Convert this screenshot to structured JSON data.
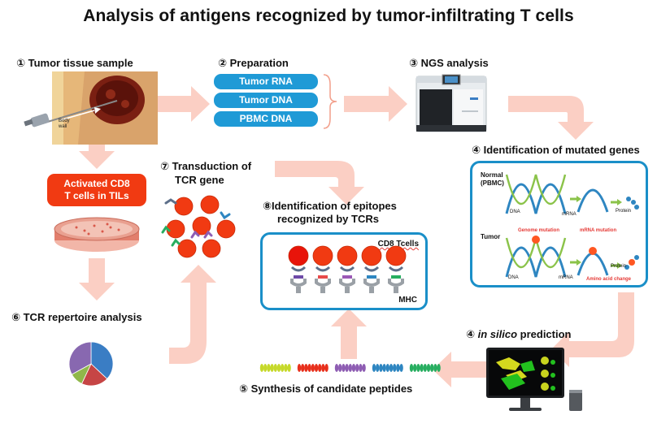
{
  "title": "Analysis of antigens recognized by tumor-infiltrating T cells",
  "steps": {
    "s1": "① Tumor tissue sample",
    "s2": "② Preparation",
    "s3": "③ NGS analysis",
    "s4a": "④ Identification of mutated genes",
    "s4b_prefix": "④ ",
    "s4b_italic": "in silico",
    "s4b_suffix": " prediction",
    "s5": "⑤ Synthesis of candidate peptides",
    "s6": "⑥ TCR repertoire analysis",
    "s7_line1": "⑦ Transduction of",
    "s7_line2": "TCR gene",
    "s8_line1": "⑧Identification of epitopes",
    "s8_line2": "recognized by TCRs"
  },
  "preparation": [
    "Tumor RNA",
    "Tumor DNA",
    "PBMC DNA"
  ],
  "activated_box": [
    "Activated CD8",
    "T cells in TILs"
  ],
  "tissue_label": [
    "Body",
    "wall"
  ],
  "mutation_panel": {
    "normal_label": [
      "Normal",
      "(PBMC)"
    ],
    "tumor_label": "Tumor",
    "dna": "DNA",
    "mrna": "mRNA",
    "protein": "Protein",
    "genome_mutation": "Genome mutation",
    "mrna_mutation": "mRNA mutation",
    "amino_acid_change": "Amino acid change"
  },
  "epitope_panel": {
    "cd8_label": "CD8 Tcells",
    "mhc_label": "MHC",
    "tcr_colors": [
      "#6e4aa8",
      "#e84a4a",
      "#9b59b6",
      "#2e86c1",
      "#27ae60"
    ]
  },
  "peptide_colors": [
    "#c6d92a",
    "#e8301c",
    "#8e5db3",
    "#2e86c1",
    "#27ae60"
  ],
  "pie_chart": {
    "slices": [
      {
        "value": 37,
        "color": "#3a7dc4"
      },
      {
        "value": 20,
        "color": "#c64545"
      },
      {
        "value": 10,
        "color": "#90b84a"
      },
      {
        "value": 33,
        "color": "#8868b0"
      }
    ]
  },
  "colors": {
    "arrow": "#fbcfc4",
    "panel_border": "#1a8fc8",
    "pill": "#1f9ad6",
    "red_box": "#f13a12"
  }
}
